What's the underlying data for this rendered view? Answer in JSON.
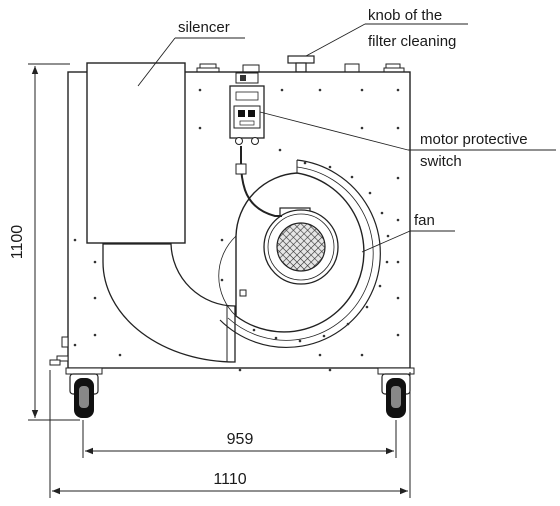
{
  "labels": {
    "silencer": "silencer",
    "knob_line1": "knob of the",
    "knob_line2": "filter cleaning",
    "motor_line1": "motor protective",
    "motor_line2": "switch",
    "fan": "fan"
  },
  "dimensions": {
    "height": "1100",
    "inner_width": "959",
    "outer_width": "1110"
  }
}
